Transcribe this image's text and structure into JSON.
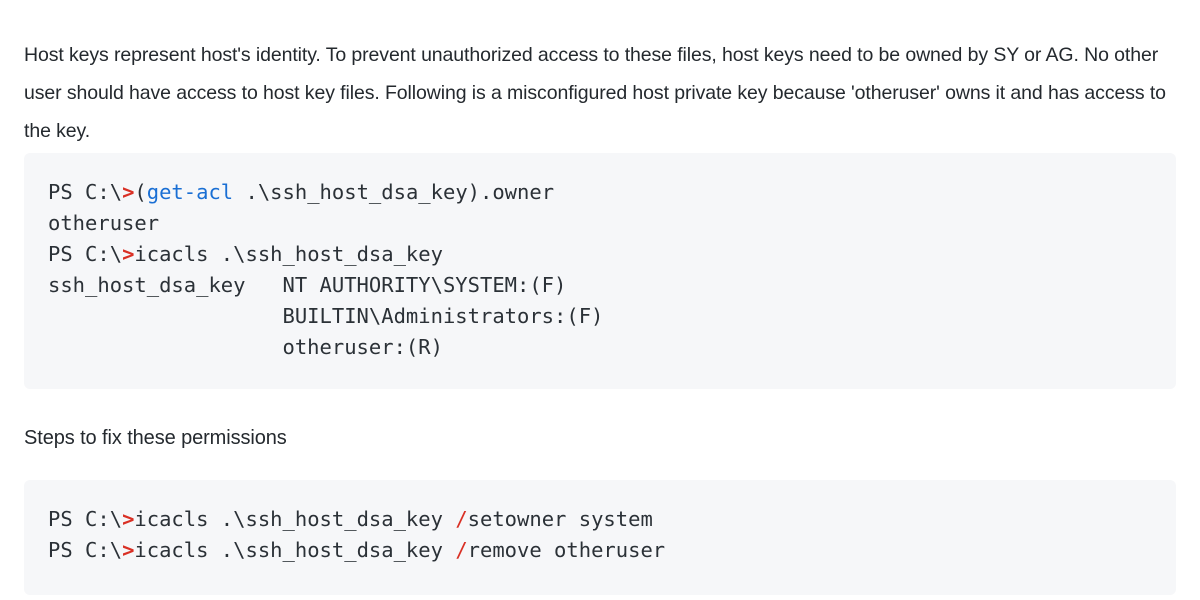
{
  "document": {
    "intro_paragraph": "Host keys represent host's identity. To prevent unauthorized access to these files, host keys need to be owned by SY or AG. No other user should have access to host key files. Following is a misconfigured host private key because 'otheruser' owns it and has access to the key.",
    "section_heading": "Steps to fix these permissions"
  },
  "colors": {
    "page_background": "#ffffff",
    "text": "#24292e",
    "code_background": "#f6f7f9",
    "code_text": "#2b3137",
    "accent_red": "#d93025",
    "accent_blue": "#1a6fd4"
  },
  "code_block_1": {
    "lines": [
      {
        "segments": [
          {
            "text": "PS C:\\",
            "token": "prompt"
          },
          {
            "text": ">",
            "token": "caret"
          },
          {
            "text": "(",
            "token": "plain"
          },
          {
            "text": "get-acl",
            "token": "cmdlet"
          },
          {
            "text": " .\\ssh_host_dsa_key).owner",
            "token": "plain"
          }
        ]
      },
      {
        "segments": [
          {
            "text": "otheruser",
            "token": "output"
          }
        ]
      },
      {
        "segments": [
          {
            "text": "PS C:\\",
            "token": "prompt"
          },
          {
            "text": ">",
            "token": "caret"
          },
          {
            "text": "icacls .\\ssh_host_dsa_key",
            "token": "plain"
          }
        ]
      },
      {
        "segments": [
          {
            "text": "ssh_host_dsa_key   NT AUTHORITY\\SYSTEM:(F)",
            "token": "output"
          }
        ]
      },
      {
        "segments": [
          {
            "text": "                   BUILTIN\\Administrators:(F)",
            "token": "output"
          }
        ]
      },
      {
        "segments": [
          {
            "text": "                   otheruser:(R)",
            "token": "output"
          }
        ]
      }
    ]
  },
  "code_block_2": {
    "lines": [
      {
        "segments": [
          {
            "text": "PS C:\\",
            "token": "prompt"
          },
          {
            "text": ">",
            "token": "caret"
          },
          {
            "text": "icacls .\\ssh_host_dsa_key ",
            "token": "plain"
          },
          {
            "text": "/",
            "token": "flag"
          },
          {
            "text": "setowner system",
            "token": "plain"
          }
        ]
      },
      {
        "segments": [
          {
            "text": "PS C:\\",
            "token": "prompt"
          },
          {
            "text": ">",
            "token": "caret"
          },
          {
            "text": "icacls .\\ssh_host_dsa_key ",
            "token": "plain"
          },
          {
            "text": "/",
            "token": "flag"
          },
          {
            "text": "remove otheruser",
            "token": "plain"
          }
        ]
      }
    ]
  }
}
